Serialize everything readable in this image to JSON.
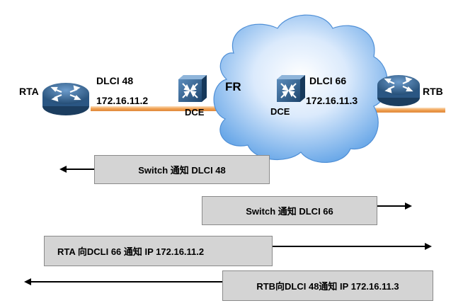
{
  "nodes": {
    "rta": "RTA",
    "rtb": "RTB",
    "fr": "FR",
    "dce_left": "DCE",
    "dce_right": "DCE"
  },
  "links": {
    "left_dlci": "DLCI 48",
    "left_ip": "172.16.11.2",
    "right_dlci": "DLCI 66",
    "right_ip": "172.16.11.3"
  },
  "messages": [
    {
      "text": "Switch 通知 DLCI 48",
      "direction": "left"
    },
    {
      "text": "Switch 通知 DLCI 66",
      "direction": "right"
    },
    {
      "text": "RTA 向DCLI 66 通知 IP 172.16.11.2",
      "direction": "right"
    },
    {
      "text": "RTB向DLCI 48通知 IP 172.16.11.3",
      "direction": "left"
    }
  ],
  "colors": {
    "link": "#f0a050",
    "cloud_light": "#ffffff",
    "cloud_dark": "#6aa8e8",
    "device": "#2e5f8f",
    "box_fill": "#d4d4d4"
  }
}
